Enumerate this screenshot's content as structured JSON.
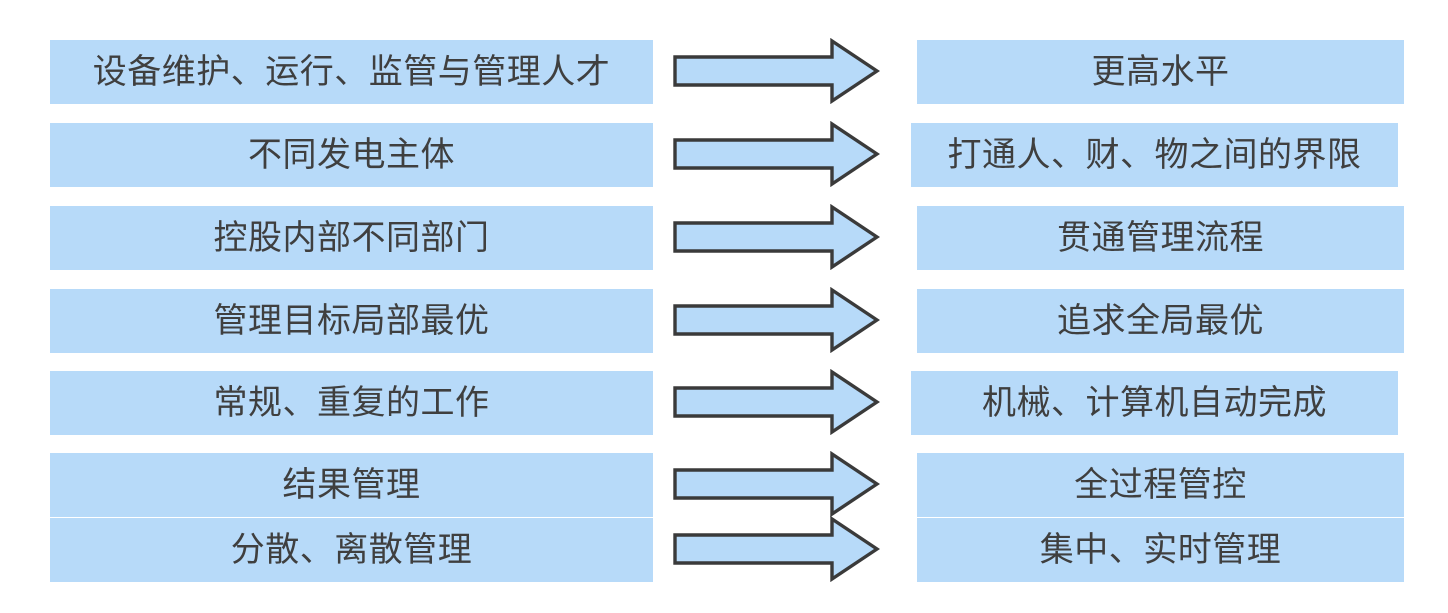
{
  "diagram": {
    "type": "transformation-comparison",
    "title": "",
    "colors": {
      "box_fill": "#b7daf9",
      "arrow_fill": "#b7daf9",
      "arrow_stroke": "#3a3a3a",
      "text": "#3f3f3f",
      "background": "#ffffff"
    },
    "arrow_icon_name": "right-block-arrow-icon",
    "rows": [
      {
        "from": "设备维护、运行、监管与管理人才",
        "arrow": "→",
        "to": "更高水平"
      },
      {
        "from": "不同发电主体",
        "arrow": "→",
        "to": "打通人、财、物之间的界限"
      },
      {
        "from": "控股内部不同部门",
        "arrow": "→",
        "to": "贯通管理流程"
      },
      {
        "from": "管理目标局部最优",
        "arrow": "→",
        "to": "追求全局最优"
      },
      {
        "from": "常规、重复的工作",
        "arrow": "→",
        "to": "机械、计算机自动完成"
      },
      {
        "from": "结果管理",
        "arrow": "→",
        "to": "全过程管控"
      },
      {
        "from": "分散、离散管理",
        "arrow": "→",
        "to": "集中、实时管理"
      }
    ]
  }
}
